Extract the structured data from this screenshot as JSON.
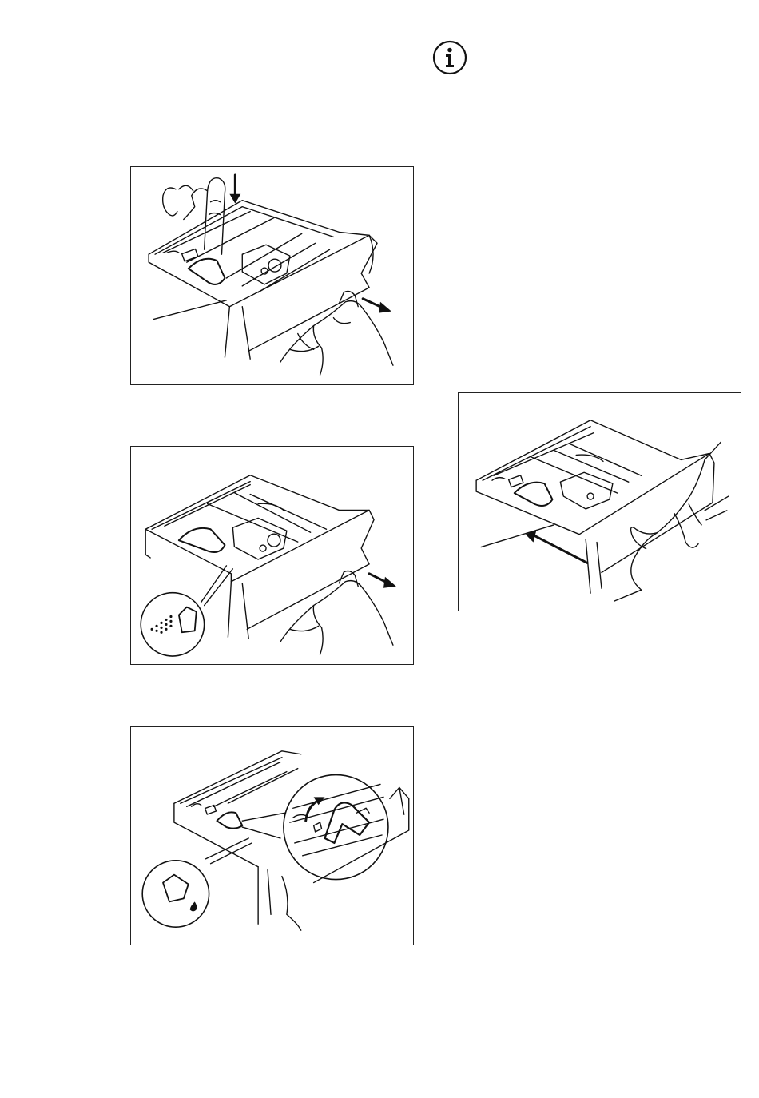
{
  "page": {
    "info_icon": "info-circle-icon",
    "figures": [
      {
        "id": "fig-1",
        "depicts": "press-lever-and-pull-out-drawer",
        "icons": [
          "push-down-arrow-icon",
          "pull-out-arrow-icon"
        ]
      },
      {
        "id": "fig-2",
        "depicts": "powder-detergent-flap-position",
        "icons": [
          "powder-detergent-icon",
          "pull-out-arrow-icon"
        ]
      },
      {
        "id": "fig-3",
        "depicts": "liquid-detergent-flap-position",
        "icons": [
          "liquid-detergent-icon",
          "flap-up-arrow-icon"
        ]
      },
      {
        "id": "fig-4",
        "depicts": "push-drawer-back-in",
        "icons": [
          "push-in-arrow-icon"
        ]
      }
    ]
  }
}
